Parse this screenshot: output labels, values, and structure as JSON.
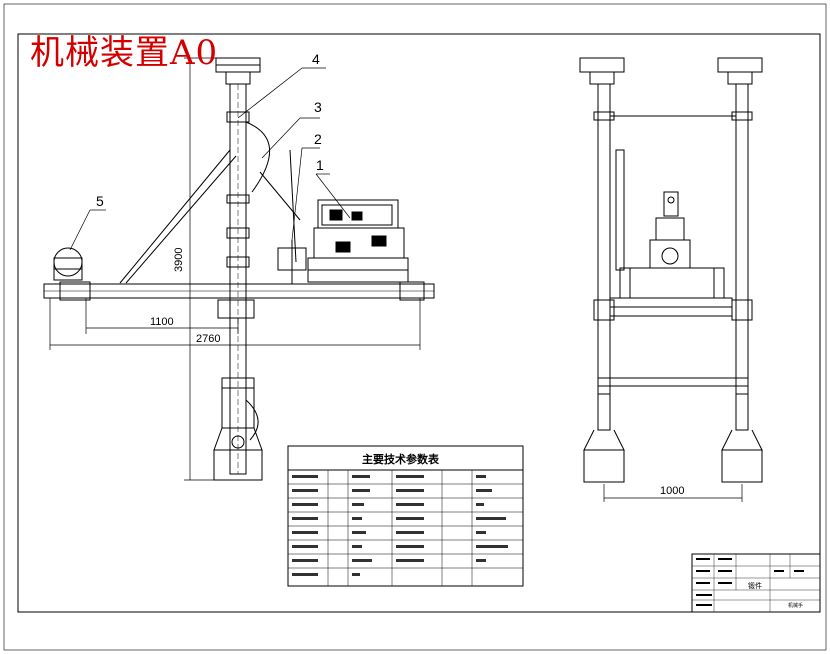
{
  "watermark": "机械装置A0",
  "part_labels": [
    "1",
    "2",
    "3",
    "4",
    "5"
  ],
  "dimensions": {
    "height_3900": "3900",
    "len_1100": "1100",
    "len_2760": "2760",
    "width_1000": "1000"
  },
  "spec_table": {
    "title": "主要技术参数表"
  },
  "title_block": {
    "top": "锻件",
    "bottom": "机械手"
  },
  "colors": {
    "watermark": "#d40000",
    "line": "#000000",
    "background": "#ffffff"
  }
}
